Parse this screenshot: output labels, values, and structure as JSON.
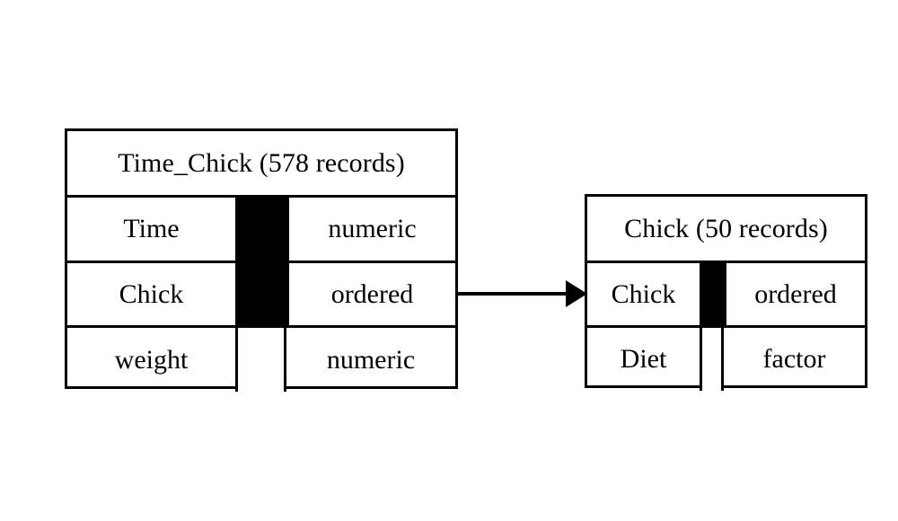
{
  "diagram": {
    "type": "entity-linkage-diagram",
    "background_color": "#ffffff",
    "line_color": "#000000",
    "key_marker_color": "#000000",
    "tables": [
      {
        "id": "time-chick",
        "title": "Time_Chick (578 records)",
        "name": "Time_Chick",
        "record_count": "578 records",
        "fields": [
          {
            "name": "Time",
            "type": "numeric",
            "is_key": true
          },
          {
            "name": "Chick",
            "type": "ordered",
            "is_key": true
          },
          {
            "name": "weight",
            "type": "numeric",
            "is_key": false
          }
        ]
      },
      {
        "id": "chick",
        "title": "Chick (50 records)",
        "name": "Chick",
        "record_count": "50 records",
        "fields": [
          {
            "name": "Chick",
            "type": "ordered",
            "is_key": true
          },
          {
            "name": "Diet",
            "type": "factor",
            "is_key": false
          }
        ]
      }
    ],
    "links": [
      {
        "from_table": "time-chick",
        "from_field": "Chick",
        "to_table": "chick",
        "to_field": "Chick",
        "style": "solid",
        "arrowhead": "filled-triangle"
      }
    ]
  }
}
